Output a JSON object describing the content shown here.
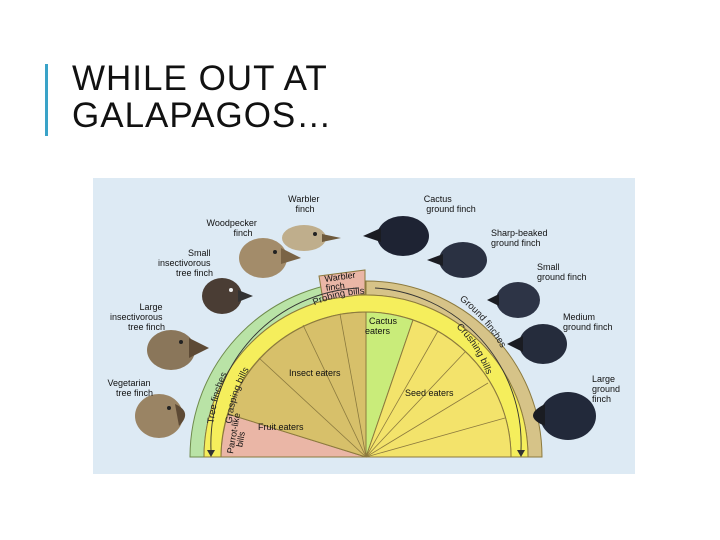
{
  "slide": {
    "title_line1": "WHILE OUT AT",
    "title_line2": "GALAPAGOS…"
  },
  "colors": {
    "accent": "#3aa3c8",
    "figure_bg": "#ddeaf4",
    "outer_green": "#b9e3a6",
    "outer_tan": "#d6c388",
    "inner_yellow": "#f5ee5c",
    "fruit_pink": "#eab6a6",
    "insect_tan": "#d7c06a",
    "cactus_green": "#c9ec7a",
    "seed_yellow": "#f3e36b"
  },
  "bird_labels": {
    "warbler": [
      "Warbler",
      "finch"
    ],
    "woodpecker": [
      "Woodpecker",
      "finch"
    ],
    "small_insectivorous": [
      "Small",
      "insectivorous",
      "tree finch"
    ],
    "large_insectivorous": [
      "Large",
      "insectivorous",
      "tree finch"
    ],
    "vegetarian": [
      "Vegetarian",
      "tree finch"
    ],
    "cactus_ground": [
      "Cactus",
      "ground finch"
    ],
    "sharp_beaked": [
      "Sharp-beaked",
      "ground finch"
    ],
    "small_ground": [
      "Small",
      "ground finch"
    ],
    "medium_ground": [
      "Medium",
      "ground finch"
    ],
    "large_ground": [
      "Large",
      "ground",
      "finch"
    ]
  },
  "arc_labels": {
    "tree_finches": "Tree finches",
    "ground_finches": "Ground finches",
    "grasping_bills": "Grasping bills",
    "crushing_bills": "Crushing bills",
    "probing_bills": "Probing bills",
    "parrot_like": [
      "Parrot-like",
      "bills"
    ],
    "warbler_inner": [
      "Warbler",
      "finch"
    ]
  },
  "diet_labels": {
    "insect": "Insect eaters",
    "fruit": "Fruit eaters",
    "cactus": [
      "Cactus",
      "eaters"
    ],
    "seed": "Seed eaters"
  }
}
